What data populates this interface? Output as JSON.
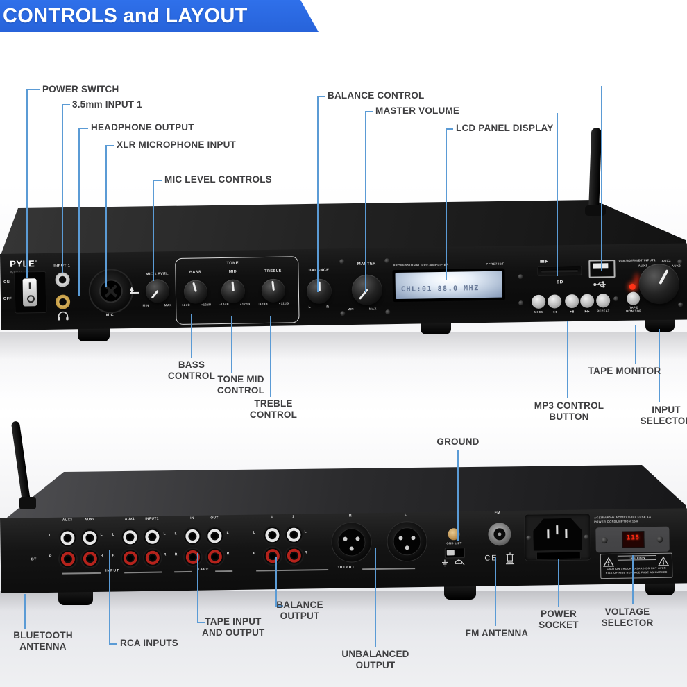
{
  "banner": {
    "title": "CONTROLS and LAYOUT",
    "bg": "#2d6de4"
  },
  "colors": {
    "callout_line": "#5b9bd5",
    "banner_blue": "#2d6de4",
    "lcd_text": "#5c6f94",
    "led_red": "#ff2a12"
  },
  "front_callouts": {
    "power_switch": "POWER SWITCH",
    "input1": "3.5mm INPUT 1",
    "headphone": "HEADPHONE OUTPUT",
    "xlr": "XLR MICROPHONE INPUT",
    "mic_level": "MIC LEVEL CONTROLS",
    "balance": "BALANCE CONTROL",
    "master": "MASTER VOLUME",
    "lcd": "LCD PANEL DISPLAY",
    "bass": [
      "BASS",
      "CONTROL"
    ],
    "tone_mid": [
      "TONE MID",
      "CONTROL"
    ],
    "treble": [
      "TREBLE",
      "CONTROL"
    ],
    "tape_monitor": "TAPE MONITOR",
    "mp3": [
      "MP3 CONTROL",
      "BUTTON"
    ],
    "input_selector": [
      "INPUT",
      "SELECTOR"
    ]
  },
  "rear_callouts": {
    "ground": "GROUND",
    "bluetooth": [
      "BLUETOOTH",
      "ANTENNA"
    ],
    "rca": "RCA INPUTS",
    "tape": [
      "TAPE INPUT",
      "AND OUTPUT"
    ],
    "balance_out": [
      "BALANCE",
      "OUTPUT"
    ],
    "unbalanced": [
      "UNBALANCED",
      "OUTPUT"
    ],
    "fm": "FM ANTENNA",
    "power": [
      "POWER",
      "SOCKET"
    ],
    "voltage": [
      "VOLTAGE",
      "SELECTOR"
    ]
  },
  "front_panel": {
    "brand": "PYLE",
    "brand_reg": "®",
    "brand_sub": "PyleUSA.com",
    "on": "ON",
    "off": "OFF",
    "input1": "INPUT 1",
    "mic": "MIC",
    "mic_level": "MIC LEVEL",
    "min": "MIN",
    "max": "MAX",
    "tone": "TONE",
    "bass": "BASS",
    "mid": "MID",
    "treble": "TREBLE",
    "db_minus": "-12dB",
    "db_plus": "+12dB",
    "balance": "BALANCE",
    "l": "L",
    "r": "R",
    "master": "MASTER",
    "display_title": "PROFESSIONAL PRE-AMPLIFIER",
    "display_model": "PPRE70BT",
    "display_text": "CHL:01  88.0 MHZ",
    "sd": "SD",
    "buttons": [
      "MODE",
      "◀◀",
      "▶▮",
      "▶▶",
      "REPEAT"
    ],
    "tape_monitor": [
      "TAPE",
      "MONITOR"
    ],
    "selector_caption": "USB/SD/FM/BT/INPUT1",
    "aux1": "AUX1",
    "aux2": "AUX2",
    "aux3": "AUX3"
  },
  "rear_panel": {
    "bt": "BT",
    "groups": [
      "AUX3",
      "AUX2",
      "AUX1",
      "INPUT1",
      "IN",
      "OUT",
      "1",
      "2"
    ],
    "l": "L",
    "r": "R",
    "input_section": "INPUT",
    "tape_section": "TAPE",
    "output_section": "OUTPUT",
    "xlr_r": "R",
    "xlr_l": "L",
    "gnd_lift": "GND LIFT",
    "fm": "FM",
    "ce": "CE",
    "spec1": "AC115V/60Hz AC230V/50Hz FUSE 1A",
    "spec2": "POWER CONSUMPTION:15W",
    "voltage_value": "115",
    "caution": "CAUTION",
    "caution1": "CAUTION SHOCK HAZARD DO NOT OPEN",
    "caution2": "RISK OF FIRE REPLACE FUSE AS MARKED"
  }
}
